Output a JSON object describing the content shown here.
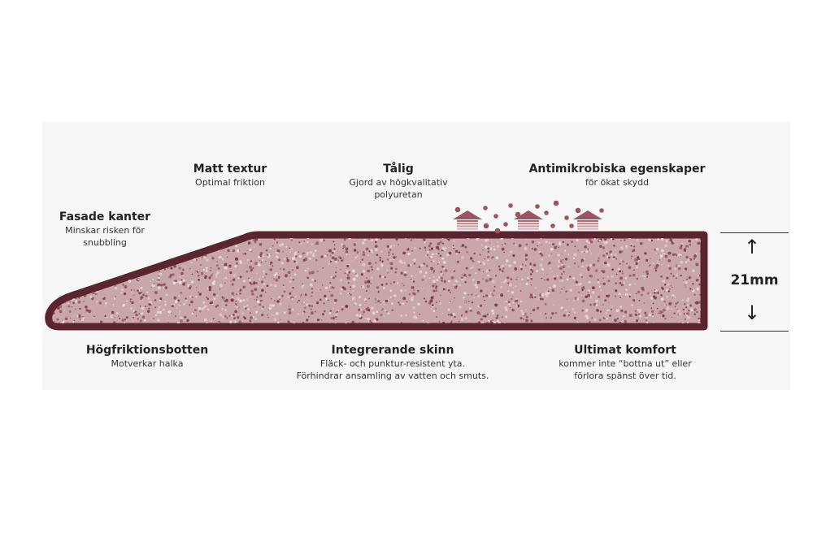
{
  "colors": {
    "border": "#5a2430",
    "fill": "#c9a6aa",
    "speckle_dark": "#7a3c47",
    "speckle_light": "#ead9db",
    "bacteria": "#a0525e"
  },
  "icons": {
    "bacteria": "bacteria-dot-icon",
    "house": "house-icon",
    "arrow_up": "arrow-up-icon",
    "arrow_down": "arrow-down-icon"
  },
  "labels": {
    "matt": {
      "title": "Matt textur",
      "desc": "Optimal friktion"
    },
    "talig": {
      "title": "Tålig",
      "desc": "Gjord av högkvalitativ\npolyuretan"
    },
    "anti": {
      "title": "Antimikrobiska egenskaper",
      "desc": "för ökat skydd"
    },
    "fasade": {
      "title": "Fasade kanter",
      "desc": "Minskar risken för\nsnubbling"
    },
    "hogfrik": {
      "title": "Högfriktionsbotten",
      "desc": "Motverkar halka"
    },
    "integ": {
      "title": "Integrerande skinn",
      "desc": "Fläck- och punktur-resistent yta.\nFörhindrar ansamling av vatten och smuts."
    },
    "ultimat": {
      "title": "Ultimat komfort",
      "desc": "kommer inte “bottna ut” eller\nförlora spänst över tid."
    }
  },
  "dimension": {
    "value": "21mm",
    "arrow_up": "↑",
    "arrow_down": "↓"
  }
}
